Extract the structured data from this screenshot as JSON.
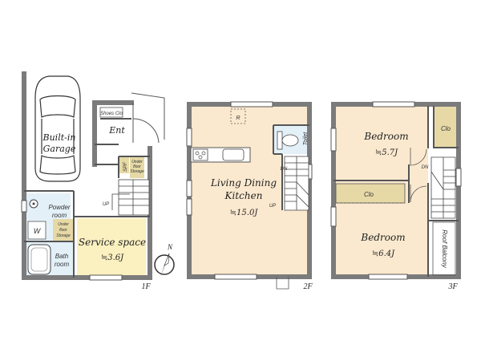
{
  "plan": {
    "floors": {
      "f1": "1F",
      "f2": "2F",
      "f3": "3F"
    },
    "rooms": {
      "garage_line1": "Built-in",
      "garage_line2": "Garage",
      "shoes_clo": "Shoes Clo",
      "ent": "Ent",
      "spf": "SPF",
      "underfloor_storage": [
        "Under",
        "floor",
        "Storage"
      ],
      "powder_room": [
        "Powder",
        "room"
      ],
      "washer": "W",
      "bath_room": [
        "Bath",
        "room"
      ],
      "service_space": "Service space",
      "service_space_area": "≒3.6J",
      "ldk_line1": "Living Dining",
      "ldk_line2": "Kitchen",
      "ldk_area": "≒15.0J",
      "refrigerator": "R",
      "toilet": "Toilet",
      "bedroom_upper": "Bedroom",
      "bedroom_upper_area": "≒5.7J",
      "bedroom_lower": "Bedroom",
      "bedroom_lower_area": "≒6.4J",
      "closet_upper": "Clo",
      "closet_lower": "Clo",
      "roof_balcony": "Roof Balcony"
    },
    "stairs": {
      "up_1f": "UP",
      "dn_2f": "DN",
      "up_2f": "UP",
      "dn_3f": "DN"
    },
    "compass": "N",
    "colors": {
      "floor_beige": "#fbe9cf",
      "service_yellow": "#fbf0c0",
      "wet_area_blue": "#e3f0f8",
      "closet_khaki": "#e6d9a6",
      "wall": "#7b7b7b",
      "wall_dark": "#555555",
      "line": "#333333"
    }
  }
}
